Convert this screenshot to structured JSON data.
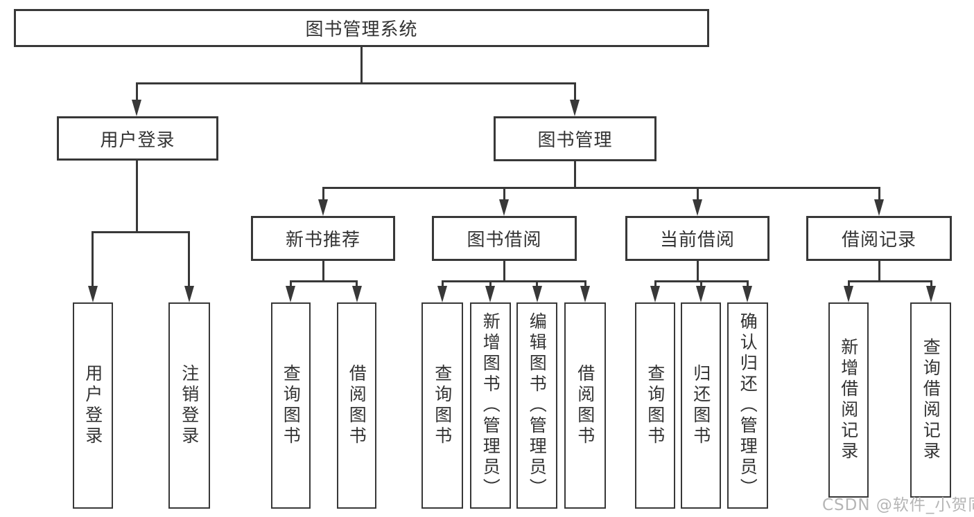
{
  "tree": {
    "root": {
      "label": "图书管理系统"
    },
    "branches": [
      {
        "label": "用户登录",
        "children": [
          {
            "label": "用户登录"
          },
          {
            "label": "注销登录"
          }
        ]
      },
      {
        "label": "图书管理",
        "children": [
          {
            "label": "新书推荐",
            "children": [
              {
                "label": "查询图书"
              },
              {
                "label": "借阅图书"
              }
            ]
          },
          {
            "label": "图书借阅",
            "children": [
              {
                "label": "查询图书"
              },
              {
                "label": "新增图书（管理员）"
              },
              {
                "label": "编辑图书（管理员）"
              },
              {
                "label": "借阅图书"
              }
            ]
          },
          {
            "label": "当前借阅",
            "children": [
              {
                "label": "查询图书"
              },
              {
                "label": "归还图书"
              },
              {
                "label": "确认归还（管理员）"
              }
            ]
          },
          {
            "label": "借阅记录",
            "children": [
              {
                "label": "新增借阅记录"
              },
              {
                "label": "查询借阅记录"
              }
            ]
          }
        ]
      }
    ]
  },
  "watermark": {
    "text": "CSDN @软件_小贺同学"
  },
  "colors": {
    "line": "#383838",
    "text": "#333333",
    "box_background": "#ffffff",
    "page_background": "#ffffff",
    "watermark": "#b5b5b5"
  }
}
